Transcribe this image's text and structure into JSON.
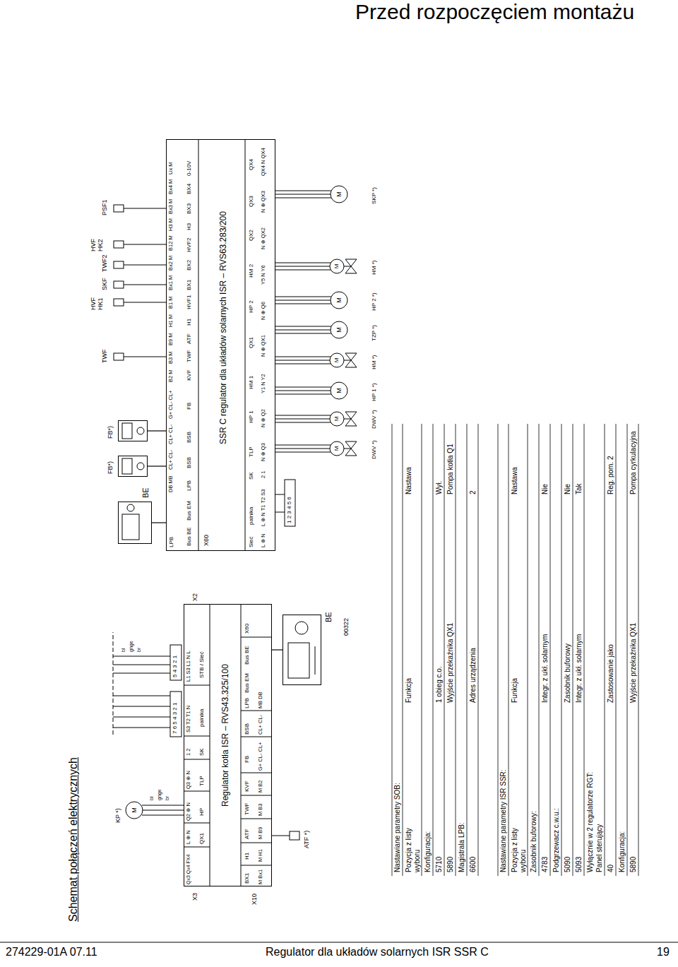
{
  "diagram": {
    "title": "Schemat połączeń elektrycznych",
    "nodes": [
      {
        "text": [
          "Regulator kotła ISR – RVS43.325/100"
        ]
      },
      {
        "text": [
          "BE"
        ]
      },
      {
        "text": [
          "FB*)"
        ]
      },
      {
        "text": [
          "FB*)"
        ]
      },
      {
        "text": [
          "BE"
        ]
      },
      {
        "text": [
          "SSR C regulator dla układów solarnych ISR – RVS63.283/200"
        ]
      }
    ],
    "edges": [
      {
        "from": 1,
        "to": 0,
        "arrow": "none"
      },
      {
        "from": 2,
        "to": 5,
        "arrow": "none"
      },
      {
        "from": 3,
        "to": 5,
        "arrow": "none"
      },
      {
        "from": 4,
        "to": 5,
        "arrow": "none"
      }
    ],
    "labels": [
      "Przed rozpoczęciem montażu",
      "274229-01A 07.11",
      "Regulator dla układów solarnych ISR SSR C",
      "19",
      "X3",
      "Qx3 Qx4 FX4",
      "L ⊕ N",
      "Q2 ⊕ N",
      "Q3 ⊕ N",
      "1 2",
      "S3 T2 T1 N",
      "L1 S3 L1 N L",
      "QX1",
      "HP",
      "TLP",
      "SK",
      "palnika",
      "STB / Sieć",
      "X2",
      "7 6 5 4 3 2 1",
      "5 4 3 2 1",
      "bl",
      "gnge",
      "br",
      "KP *)",
      "M",
      "bl",
      "gnge",
      "br",
      "X10",
      "BX1",
      "H1",
      "ATF",
      "TWF",
      "KVF",
      "FB",
      "BSB",
      "LPB",
      "Bus EM",
      "Bus BE",
      "X60",
      "M Bx1",
      "M H1",
      "M B9",
      "M B3",
      "M B2",
      "G+ CL- CL+",
      "CL+ CL-",
      "MB DB",
      "ATF *)",
      "00322",
      "LPB",
      "Bus BE",
      "Bus EM",
      "X60",
      "DB MB",
      "CL+ CL-",
      "CL+ CL-",
      "G+ CL- CL+",
      "B2 M",
      "B3 M",
      "B9 M",
      "H1 M",
      "B1 M",
      "Bx1 M",
      "Bx2 M",
      "B12 M",
      "H3 M",
      "Bx3 M",
      "Bx4 M",
      "Ux M",
      "LPB",
      "BSB",
      "BSB",
      "FB",
      "KVF",
      "TWF",
      "ATF",
      "H1",
      "HVF1",
      "BX1",
      "BX2",
      "HVF2",
      "H3",
      "BX3",
      "BX4",
      "0-10V",
      "TWF",
      "HVF HK1",
      "SKF",
      "TWF2",
      "HVF HK2",
      "PSF1",
      "Sieć",
      "palnika",
      "SK",
      "TLP",
      "HP 1",
      "HM 1",
      "QX1",
      "HP 2",
      "HM 2",
      "QX2",
      "QX3",
      "QX4",
      "L ⊕ N",
      "L ⊕ N T1 T2 S3",
      "2 1",
      "N ⊕ Q3",
      "N ⊕ Q2",
      "Y1 N Y2",
      "N ⊕ QX1",
      "N ⊕ Q6",
      "Y5 N Y6",
      "N ⊕ QX2",
      "N ⊕ QX3",
      "QX4 N QX4",
      "1 2 3 4 5 6",
      "M",
      "M",
      "M",
      "M",
      "M",
      "M",
      "M",
      "M",
      "DWV *)",
      "DWV *)",
      "HP 1 *)",
      "HM *)",
      "TZP *)",
      "HP 2 *)",
      "HM *)",
      "SKP *)",
      "Nastawiane parametry SOB:",
      "Pozycja z listy wyboru",
      "Funkcja",
      "Nastawa",
      "Konfiguracja:",
      "5710",
      "1 obieg c.o.",
      "Wył.",
      "5890",
      "Wyjście przekaźnika QX1",
      "Pompa kotła Q1",
      "Magistrala LPB:",
      "6600",
      "Adres urządzenia",
      "2",
      "Nastawiane parametry ISR SSR:",
      "Pozycja z listy wyboru",
      "Funkcja",
      "Nastawa",
      "Zasobnik buforowy:",
      "4783",
      "Integr. z ukł. solarnym",
      "Nie",
      "Podgrzewacz c.w.u.:",
      "5090",
      "Zasobnik buforowy",
      "Nie",
      "5093",
      "Integr. z ukł. solarnym",
      "Tak",
      "Wyłącznie w 2 regulatorze RGT:",
      "Panel sterujący",
      "40",
      "Zastosowanie jako",
      "Reg. pom. 2",
      "Konfiguracja:",
      "5890",
      "Wyjście przekaźnika QX1",
      "Pompa cyrkulacyjna"
    ]
  }
}
